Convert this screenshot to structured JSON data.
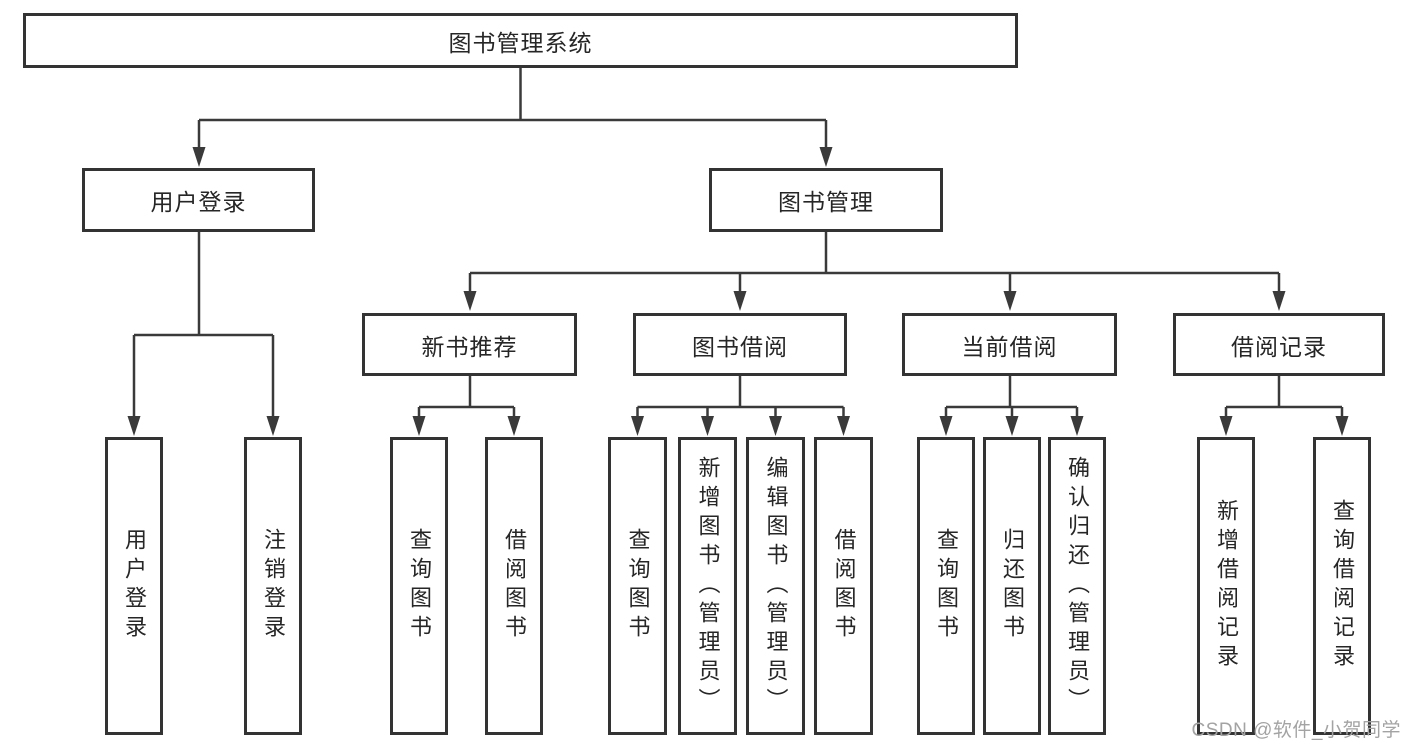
{
  "tree": {
    "root": "图书管理系统",
    "branches": [
      {
        "label": "用户登录",
        "children": [
          "用户登录",
          "注销登录"
        ]
      },
      {
        "label": "图书管理",
        "children": [
          {
            "label": "新书推荐",
            "children": [
              "查询图书",
              "借阅图书"
            ]
          },
          {
            "label": "图书借阅",
            "children": [
              "查询图书",
              "新增图书（管理员）",
              "编辑图书（管理员）",
              "借阅图书"
            ]
          },
          {
            "label": "当前借阅",
            "children": [
              "查询图书",
              "归还图书",
              "确认归还（管理员）"
            ]
          },
          {
            "label": "借阅记录",
            "children": [
              "新增借阅记录",
              "查询借阅记录"
            ]
          }
        ]
      }
    ]
  },
  "watermark": {
    "text": "CSDN @软件_小贺同学"
  },
  "colors": {
    "box_border": "#333333",
    "connector": "#3a3a3a",
    "text": "#262626",
    "watermark": "#a3a3a3"
  }
}
